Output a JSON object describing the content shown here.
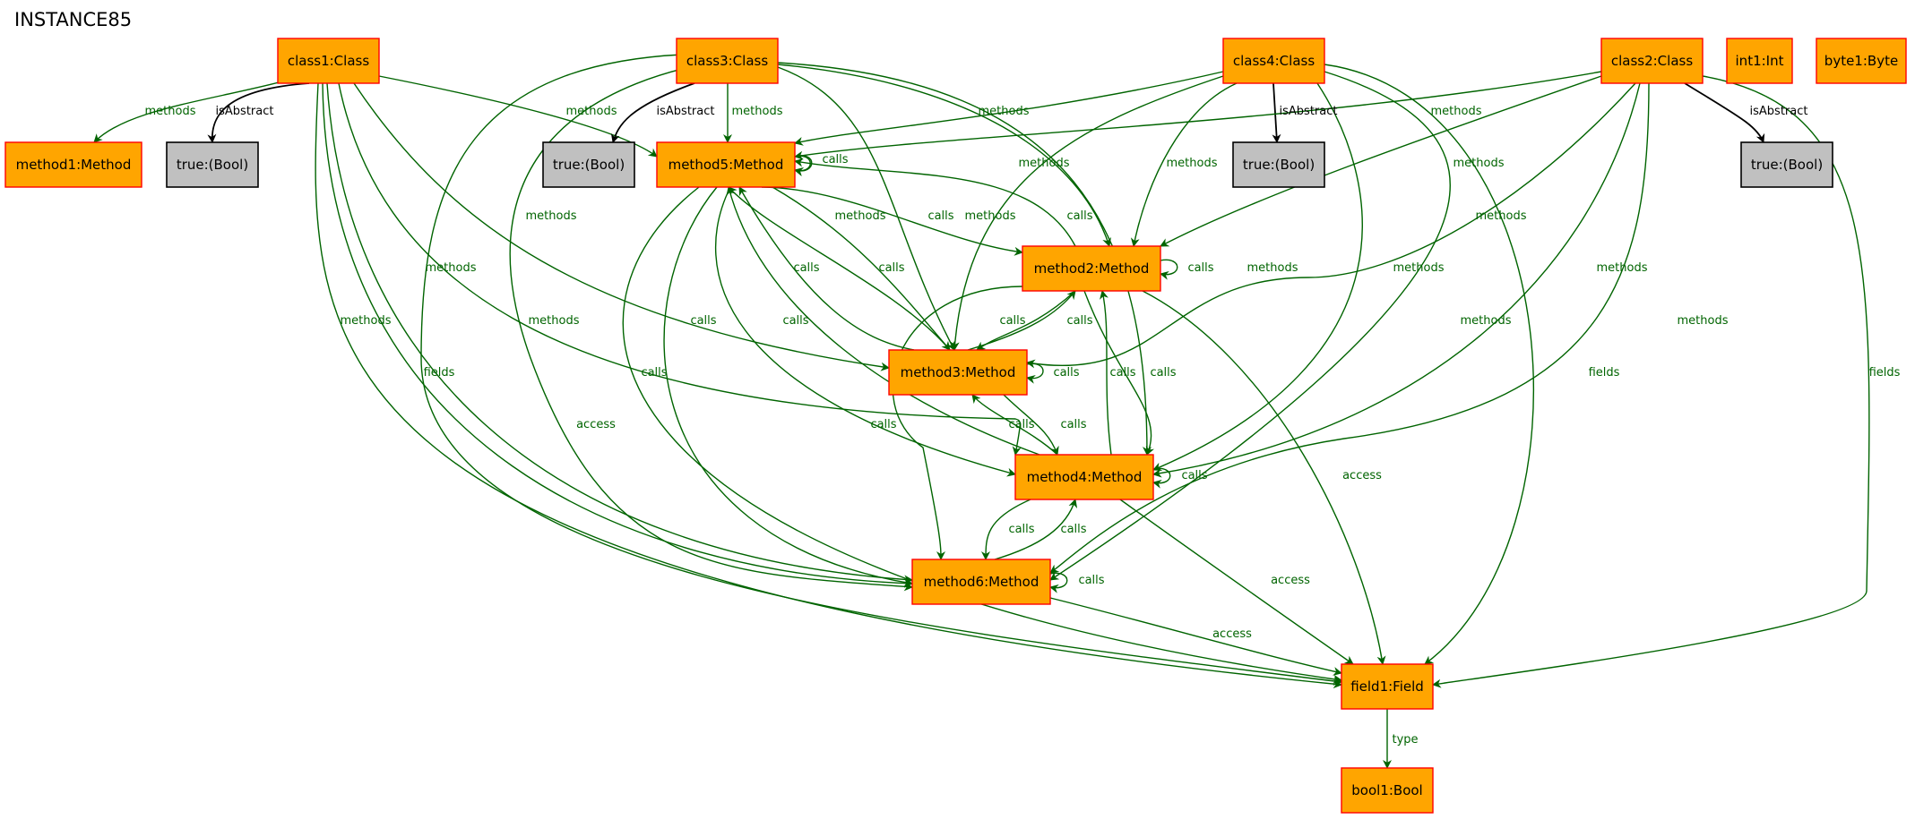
{
  "title": "INSTANCE85",
  "colors": {
    "class_fill": "#FFA500",
    "bool_fill": "#C0C0C0",
    "node_border": "#FF0000",
    "bool_border": "#000000",
    "edge_green": "#006400",
    "edge_black": "#000000"
  },
  "nodes": {
    "class1": {
      "label": "class1:Class",
      "kind": "class"
    },
    "class3": {
      "label": "class3:Class",
      "kind": "class"
    },
    "class4": {
      "label": "class4:Class",
      "kind": "class"
    },
    "class2": {
      "label": "class2:Class",
      "kind": "class"
    },
    "int1": {
      "label": "int1:Int",
      "kind": "class"
    },
    "byte1": {
      "label": "byte1:Byte",
      "kind": "class"
    },
    "method1": {
      "label": "method1:Method",
      "kind": "class"
    },
    "bool_c1": {
      "label": "true:(Bool)",
      "kind": "bool"
    },
    "bool_c3": {
      "label": "true:(Bool)",
      "kind": "bool"
    },
    "method5": {
      "label": "method5:Method",
      "kind": "class"
    },
    "bool_c4": {
      "label": "true:(Bool)",
      "kind": "bool"
    },
    "bool_c2": {
      "label": "true:(Bool)",
      "kind": "bool"
    },
    "method2": {
      "label": "method2:Method",
      "kind": "class"
    },
    "method3": {
      "label": "method3:Method",
      "kind": "class"
    },
    "method4": {
      "label": "method4:Method",
      "kind": "class"
    },
    "method6": {
      "label": "method6:Method",
      "kind": "class"
    },
    "field1": {
      "label": "field1:Field",
      "kind": "class"
    },
    "bool1": {
      "label": "bool1:Bool",
      "kind": "class"
    }
  },
  "edges": [
    {
      "id": "e1",
      "label": "methods",
      "color": "green"
    },
    {
      "id": "e2",
      "label": "isAbstract",
      "color": "black"
    },
    {
      "id": "e3",
      "label": "methods",
      "color": "green"
    },
    {
      "id": "e4",
      "label": "methods",
      "color": "green"
    },
    {
      "id": "e5",
      "label": "methods",
      "color": "green"
    },
    {
      "id": "e6",
      "label": "methods",
      "color": "green"
    },
    {
      "id": "e7",
      "label": "methods",
      "color": "green"
    },
    {
      "id": "e8",
      "label": "fields",
      "color": "green"
    },
    {
      "id": "e9",
      "label": "isAbstract",
      "color": "black"
    },
    {
      "id": "e10",
      "label": "methods",
      "color": "green"
    },
    {
      "id": "e11",
      "label": "methods",
      "color": "green"
    },
    {
      "id": "e12",
      "label": "methods",
      "color": "green"
    },
    {
      "id": "e13",
      "label": "methods",
      "color": "green"
    },
    {
      "id": "e14",
      "label": "methods",
      "color": "green"
    },
    {
      "id": "e15",
      "label": "methods",
      "color": "green"
    },
    {
      "id": "e16",
      "label": "isAbstract",
      "color": "black"
    },
    {
      "id": "e17",
      "label": "methods",
      "color": "green"
    },
    {
      "id": "e18",
      "label": "methods",
      "color": "green"
    },
    {
      "id": "e19",
      "label": "methods",
      "color": "green"
    },
    {
      "id": "e20",
      "label": "methods",
      "color": "green"
    },
    {
      "id": "e21",
      "label": "methods",
      "color": "green"
    },
    {
      "id": "e22",
      "label": "fields",
      "color": "green"
    },
    {
      "id": "e23",
      "label": "isAbstract",
      "color": "black"
    },
    {
      "id": "e24",
      "label": "methods",
      "color": "green"
    },
    {
      "id": "e25",
      "label": "methods",
      "color": "green"
    },
    {
      "id": "e26",
      "label": "methods",
      "color": "green"
    },
    {
      "id": "e27",
      "label": "methods",
      "color": "green"
    },
    {
      "id": "e28",
      "label": "methods",
      "color": "green"
    },
    {
      "id": "e29",
      "label": "fields",
      "color": "green"
    },
    {
      "id": "e30",
      "label": "calls",
      "color": "green"
    },
    {
      "id": "e31",
      "label": "calls",
      "color": "green"
    },
    {
      "id": "e32",
      "label": "calls",
      "color": "green"
    },
    {
      "id": "e33",
      "label": "calls",
      "color": "green"
    },
    {
      "id": "e34",
      "label": "calls",
      "color": "green"
    },
    {
      "id": "e35",
      "label": "access",
      "color": "green"
    },
    {
      "id": "e36",
      "label": "calls",
      "color": "green"
    },
    {
      "id": "e37",
      "label": "calls",
      "color": "green"
    },
    {
      "id": "e38",
      "label": "calls",
      "color": "green"
    },
    {
      "id": "e39",
      "label": "calls",
      "color": "green"
    },
    {
      "id": "e40",
      "label": "calls",
      "color": "green"
    },
    {
      "id": "e41",
      "label": "access",
      "color": "green"
    },
    {
      "id": "e42",
      "label": "calls",
      "color": "green"
    },
    {
      "id": "e43",
      "label": "calls",
      "color": "green"
    },
    {
      "id": "e44",
      "label": "calls",
      "color": "green"
    },
    {
      "id": "e45",
      "label": "calls",
      "color": "green"
    },
    {
      "id": "e46",
      "label": "calls",
      "color": "green"
    },
    {
      "id": "e47",
      "label": "calls",
      "color": "green"
    },
    {
      "id": "e48",
      "label": "calls",
      "color": "green"
    },
    {
      "id": "e49",
      "label": "calls",
      "color": "green"
    },
    {
      "id": "e50",
      "label": "access",
      "color": "green"
    },
    {
      "id": "e51",
      "label": "calls",
      "color": "green"
    },
    {
      "id": "e52",
      "label": "calls",
      "color": "green"
    },
    {
      "id": "e53",
      "label": "calls",
      "color": "green"
    },
    {
      "id": "e54",
      "label": "calls",
      "color": "green"
    },
    {
      "id": "e55",
      "label": "access",
      "color": "green"
    },
    {
      "id": "e56",
      "label": "type",
      "color": "green"
    }
  ]
}
